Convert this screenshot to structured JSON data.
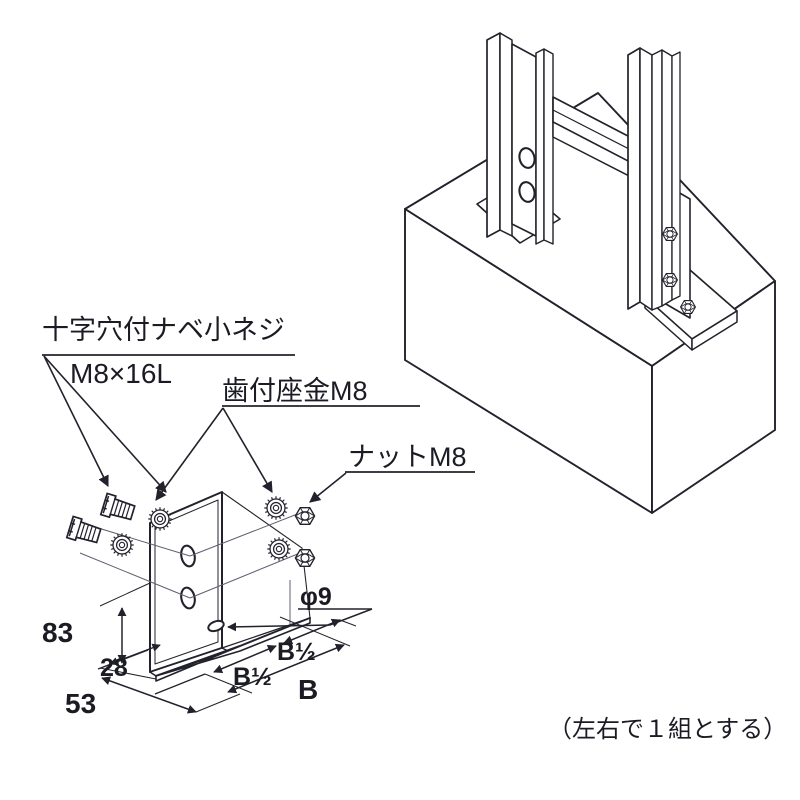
{
  "document": {
    "type": "technical-assembly-drawing",
    "subject": "post base L-bracket mounting detail",
    "background_color": "#ffffff",
    "line_color": "#22222c"
  },
  "callouts": {
    "screw": {
      "line1": "十字穴付ナベ小ネジ",
      "line2": "M8×16L",
      "name": "cross-recessed pan head machine screw"
    },
    "washer": {
      "text": "歯付座金M8",
      "name": "toothed lock washer M8"
    },
    "nut": {
      "text": "ナットM8",
      "name": "hex nut M8"
    },
    "hole": {
      "text": "φ9",
      "name": "hole diameter 9 mm"
    }
  },
  "dimensions": {
    "height": "83",
    "flange": "28",
    "depth": "53",
    "half_b_front": "B½",
    "half_b_rear": "B½",
    "full_b": "B"
  },
  "note": {
    "text": "（左右で１組とする）",
    "meaning": "left and right form one set"
  },
  "assembly_view": {
    "base": "concrete footing block",
    "posts": "vertical steel posts with diagonal brace",
    "fasteners": "brackets bolted to post and base"
  }
}
